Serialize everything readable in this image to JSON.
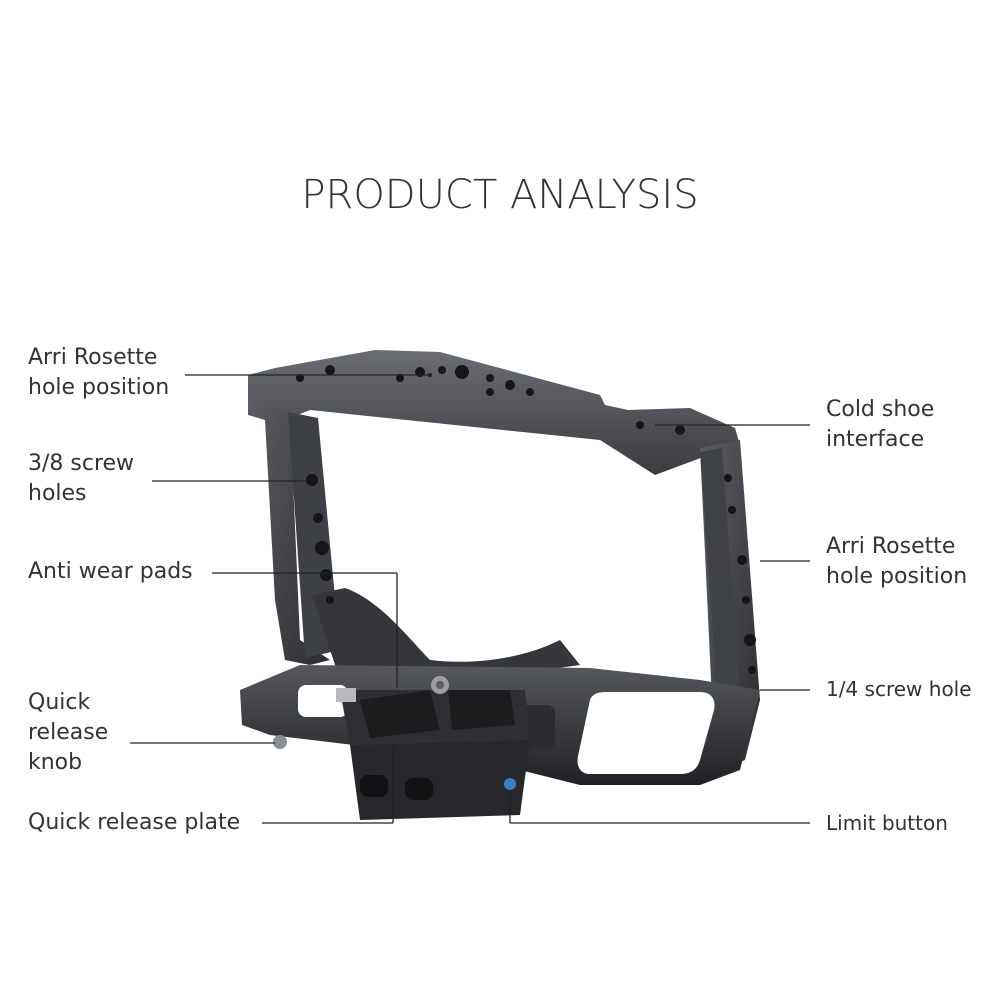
{
  "title": "PRODUCT ANALYSIS",
  "labels": {
    "arri_rosette_top": [
      "Arri Rosette",
      "hole position"
    ],
    "screw_holes_38": [
      "3/8 screw",
      "holes"
    ],
    "anti_wear_pads": [
      "Anti wear pads"
    ],
    "quick_release_knob": [
      "Quick",
      "release",
      "knob"
    ],
    "quick_release_plate": [
      "Quick release plate"
    ],
    "cold_shoe": [
      "Cold shoe",
      "interface"
    ],
    "arri_rosette_side": [
      "Arri Rosette",
      "hole position"
    ],
    "screw_hole_14": [
      "1/4 screw hole"
    ],
    "limit_button": [
      "Limit button"
    ]
  },
  "colors": {
    "text": "#333333",
    "leader": "#222222",
    "metal_dark": "#2b2d30",
    "metal_mid": "#4a4d52",
    "metal_light": "#6b6e73",
    "accent_blue": "#3a7fc4"
  }
}
